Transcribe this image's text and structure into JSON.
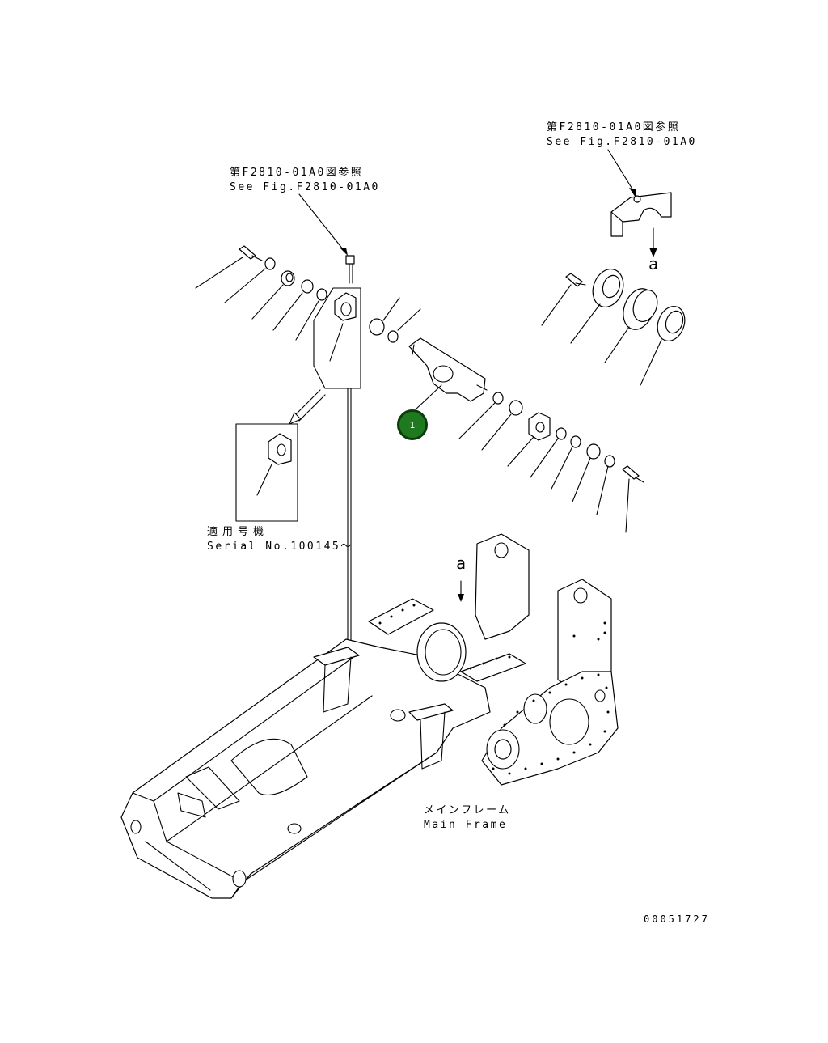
{
  "reference_right": {
    "line1": "第F2810-01A0図参照",
    "line2": "See Fig.F2810-01A0"
  },
  "reference_left": {
    "line1": "第F2810-01A0図参照",
    "line2": "See Fig.F2810-01A0"
  },
  "arrow_label_top": "a",
  "arrow_label_frame": "a",
  "serial": {
    "line1": "適用号機",
    "line2": "Serial No.100145～"
  },
  "main_frame": {
    "line1": "メインフレーム",
    "line2": "Main Frame"
  },
  "callout_1": "1",
  "drawing_number": "00051727"
}
